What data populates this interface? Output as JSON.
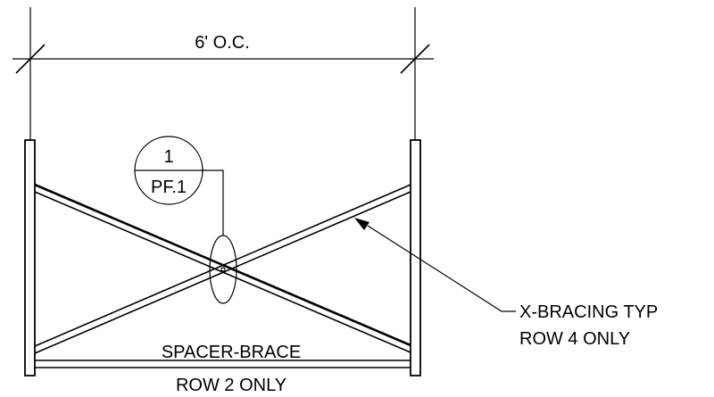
{
  "dimension": {
    "label": "6' O.C."
  },
  "section_callout": {
    "number": "1",
    "sheet": "PF.1"
  },
  "annotations": {
    "x_bracing": {
      "line1": "X-BRACING TYP",
      "line2": "ROW 4 ONLY"
    },
    "spacer_brace": {
      "line1": "SPACER-BRACE",
      "line2": "ROW 2 ONLY"
    }
  }
}
